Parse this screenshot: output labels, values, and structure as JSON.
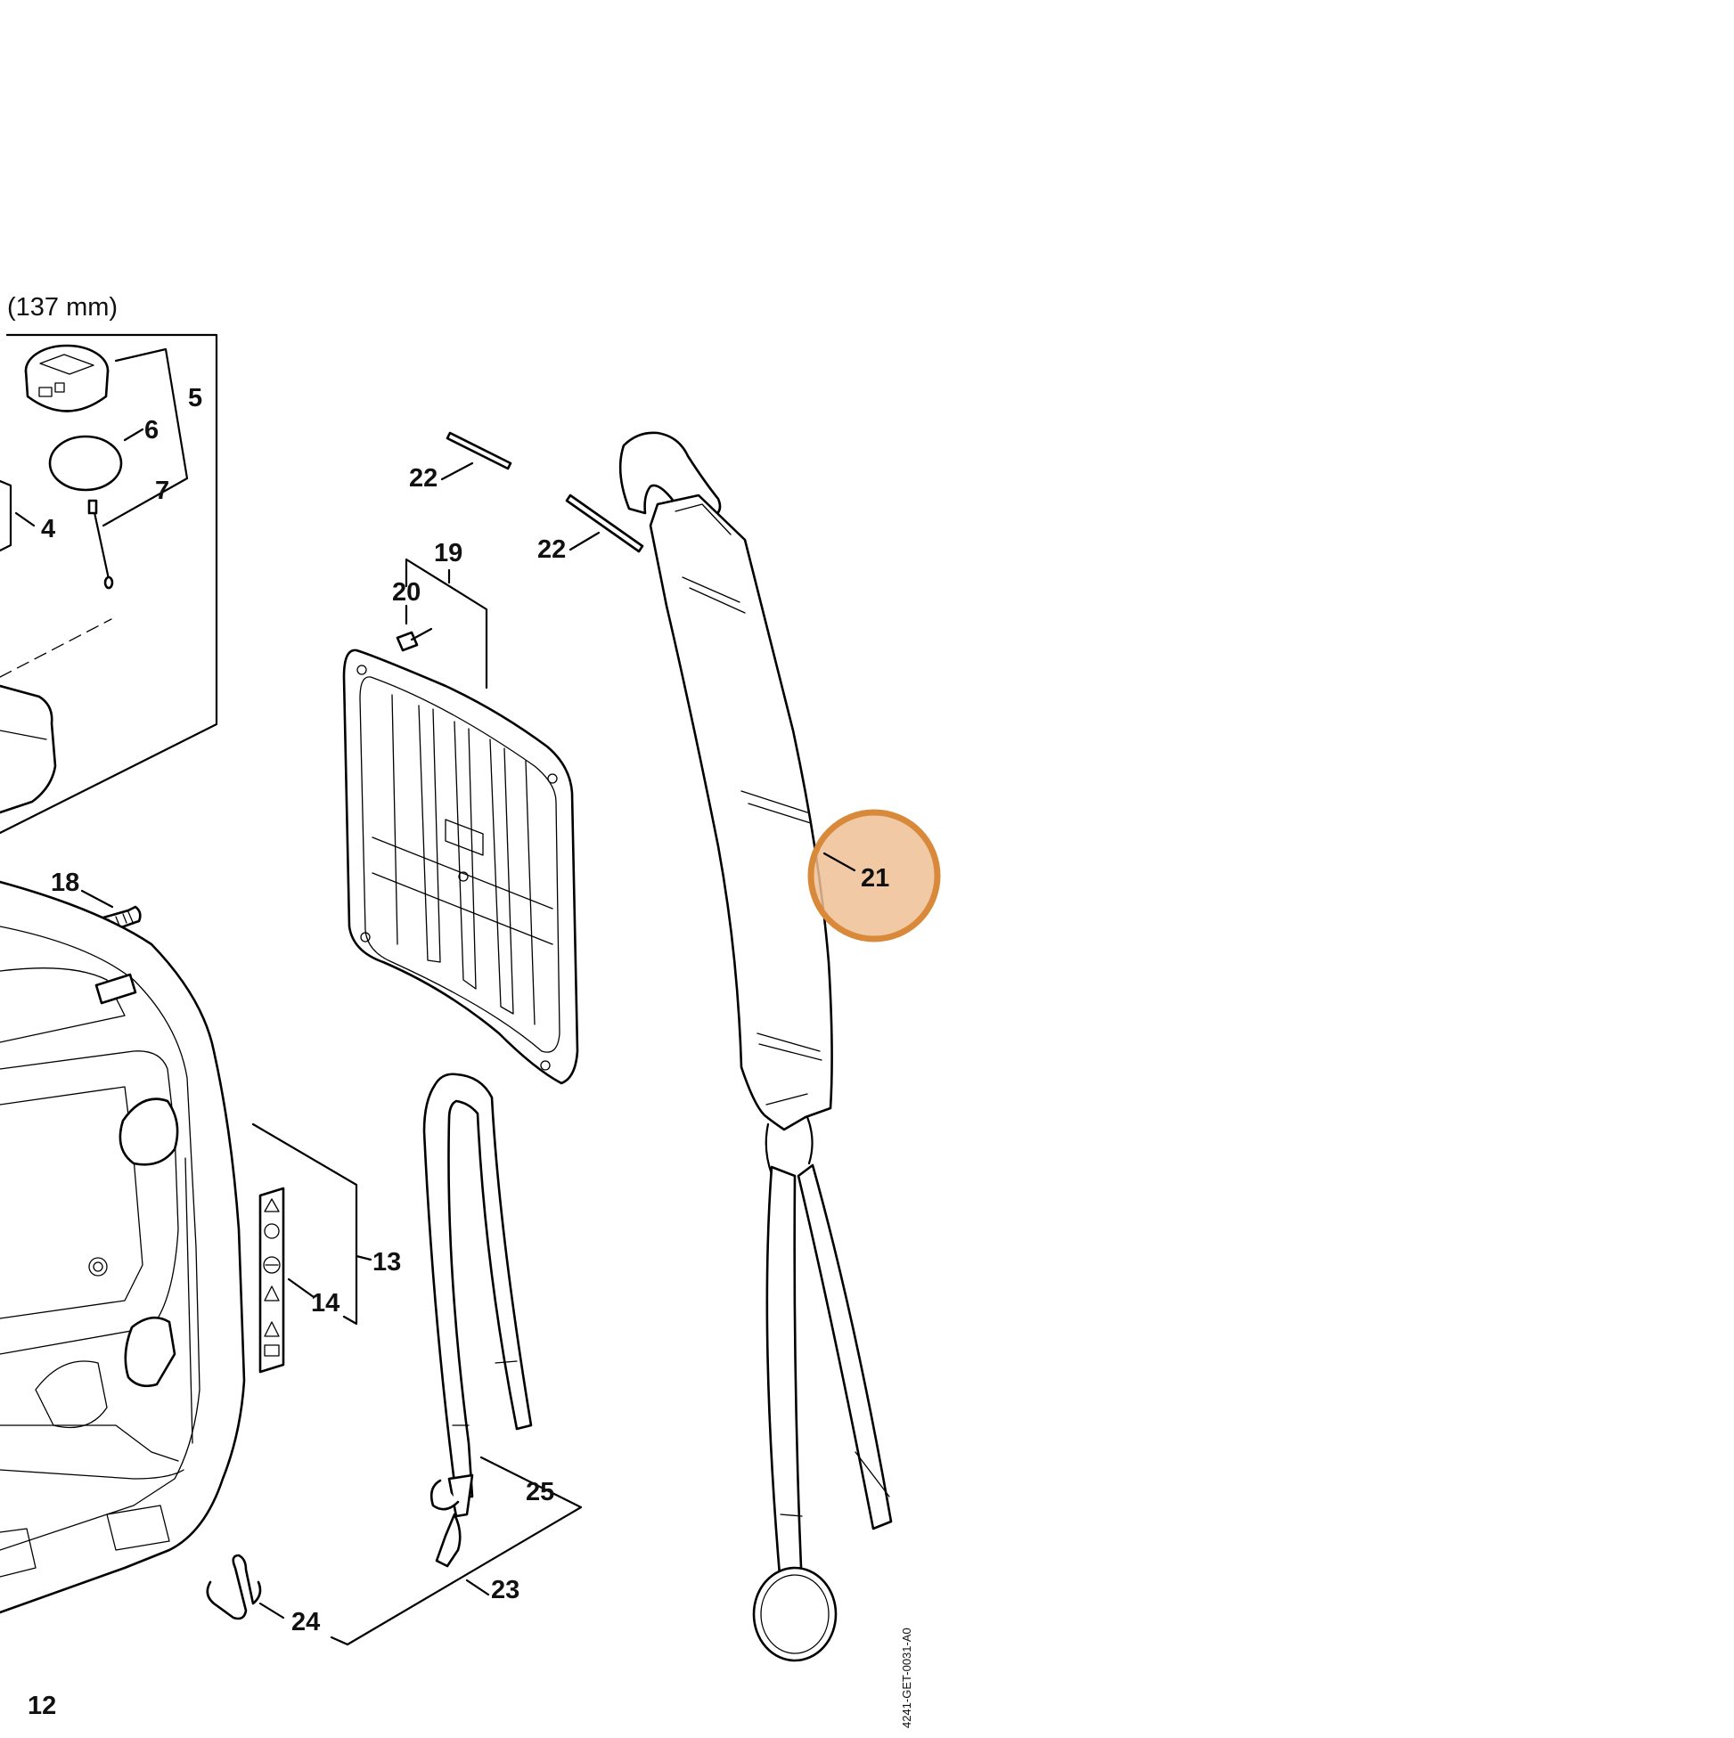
{
  "diagram": {
    "dimension_note": "(137 mm)",
    "drawing_code": "4241-GET-0031-A0",
    "highlight_color": "#d9893a",
    "highlight_fill": "#efbf95",
    "highlighted_part": "21",
    "callouts": {
      "p4": "4",
      "p5": "5",
      "p6": "6",
      "p7": "7",
      "p12": "12",
      "p13": "13",
      "p14": "14",
      "p18": "18",
      "p19": "19",
      "p20": "20",
      "p21": "21",
      "p22a": "22",
      "p22b": "22",
      "p23": "23",
      "p24": "24",
      "p25": "25"
    }
  }
}
